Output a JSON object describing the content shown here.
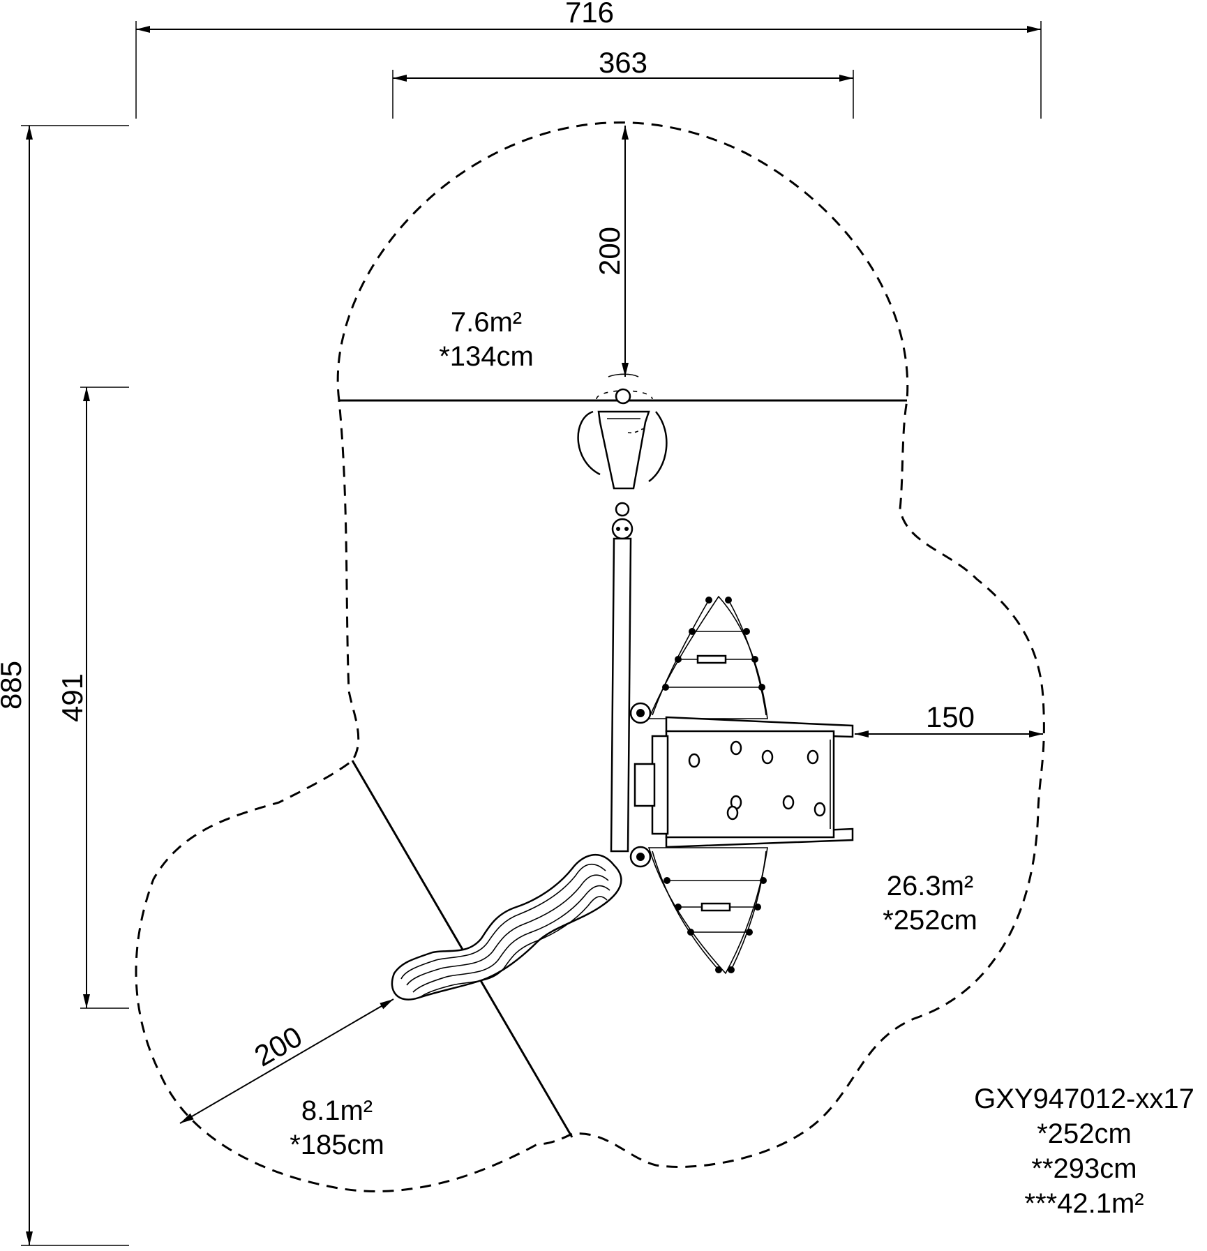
{
  "dimensions": {
    "overall_width": "716",
    "upper_width": "363",
    "overall_depth": "885",
    "left_depth": "491",
    "top_clearance": "200",
    "right_clearance": "150",
    "slide_clearance": "200"
  },
  "zones": {
    "top": {
      "area": "7.6m²",
      "height": "*134cm"
    },
    "main": {
      "area": "26.3m²",
      "height": "*252cm"
    },
    "slide": {
      "area": "8.1m²",
      "height": "*185cm"
    }
  },
  "spec": {
    "model": "GXY947012-xx17",
    "line1": "*252cm",
    "line2": "**293cm",
    "line3": "***42.1m²"
  }
}
